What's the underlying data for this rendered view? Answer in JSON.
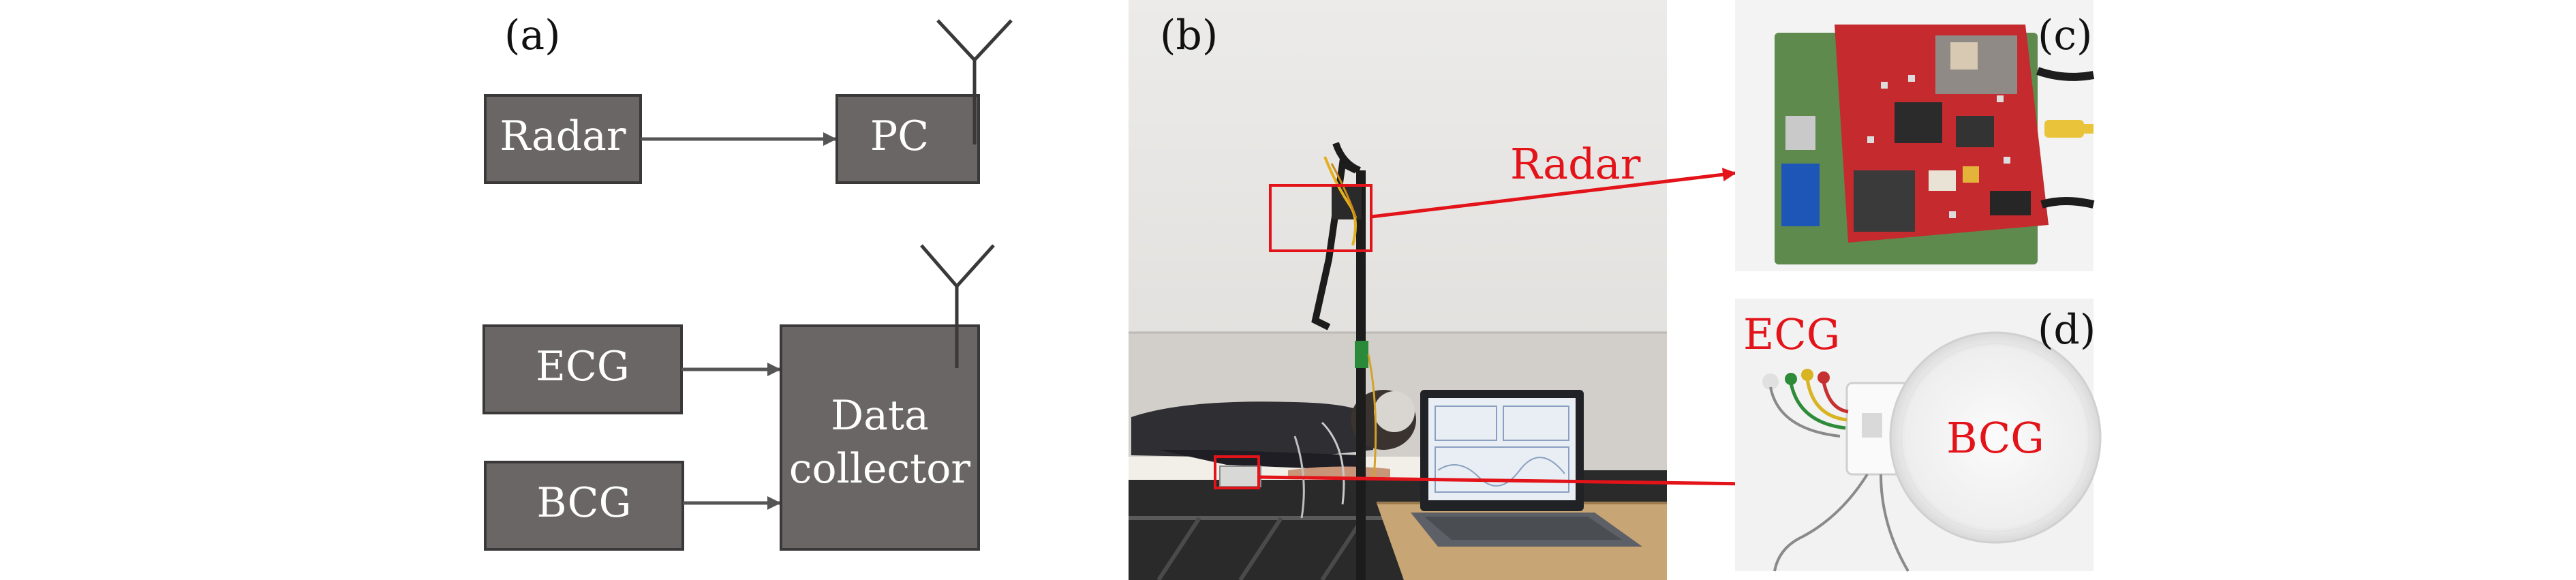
{
  "panels": {
    "a": "(a)",
    "b": "(b)",
    "c": "(c)",
    "d": "(d)"
  },
  "blocks": {
    "radar": "Radar",
    "pc": "PC",
    "ecg": "ECG",
    "bcg": "BCG",
    "collector_line1": "Data",
    "collector_line2": "collector"
  },
  "annotations": {
    "radar": "Radar",
    "ecg": "ECG",
    "bcg": "BCG"
  },
  "colors": {
    "block_fill": "#6b6666",
    "block_stroke": "#3a3838",
    "arrow": "#555555",
    "highlight_red": "#e3131a"
  },
  "icons": [
    "antenna-icon",
    "radar-board-photo",
    "ecg-sensor-photo",
    "bcg-pad-photo",
    "experiment-setup-photo"
  ]
}
